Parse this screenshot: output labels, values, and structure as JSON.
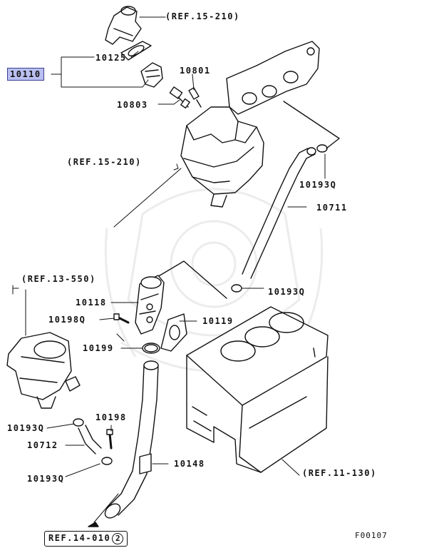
{
  "parts": {
    "p10110": "10110",
    "p10125": "10125",
    "p10801": "10801",
    "p10803": "10803",
    "p10193q_top": "10193Q",
    "p10711": "10711",
    "p10193q_mid": "10193Q",
    "p10118": "10118",
    "p10198q": "10198Q",
    "p10119": "10119",
    "p10199": "10199",
    "p10193q_left": "10193Q",
    "p10198": "10198",
    "p10712": "10712",
    "p10193q_bottom": "10193Q",
    "p10148": "10148"
  },
  "refs": {
    "ref_top": "(REF.15-210)",
    "ref_mid": "(REF.15-210)",
    "ref_left": "(REF.13-550)",
    "ref_block": "(REF.11-130)",
    "ref_bottom": "REF.14-010",
    "ref_bottom_circle": "2"
  },
  "figure_id": "F00107",
  "colors": {
    "highlight": "#b9bff0",
    "line": "#111111",
    "watermark": "#ececec"
  }
}
